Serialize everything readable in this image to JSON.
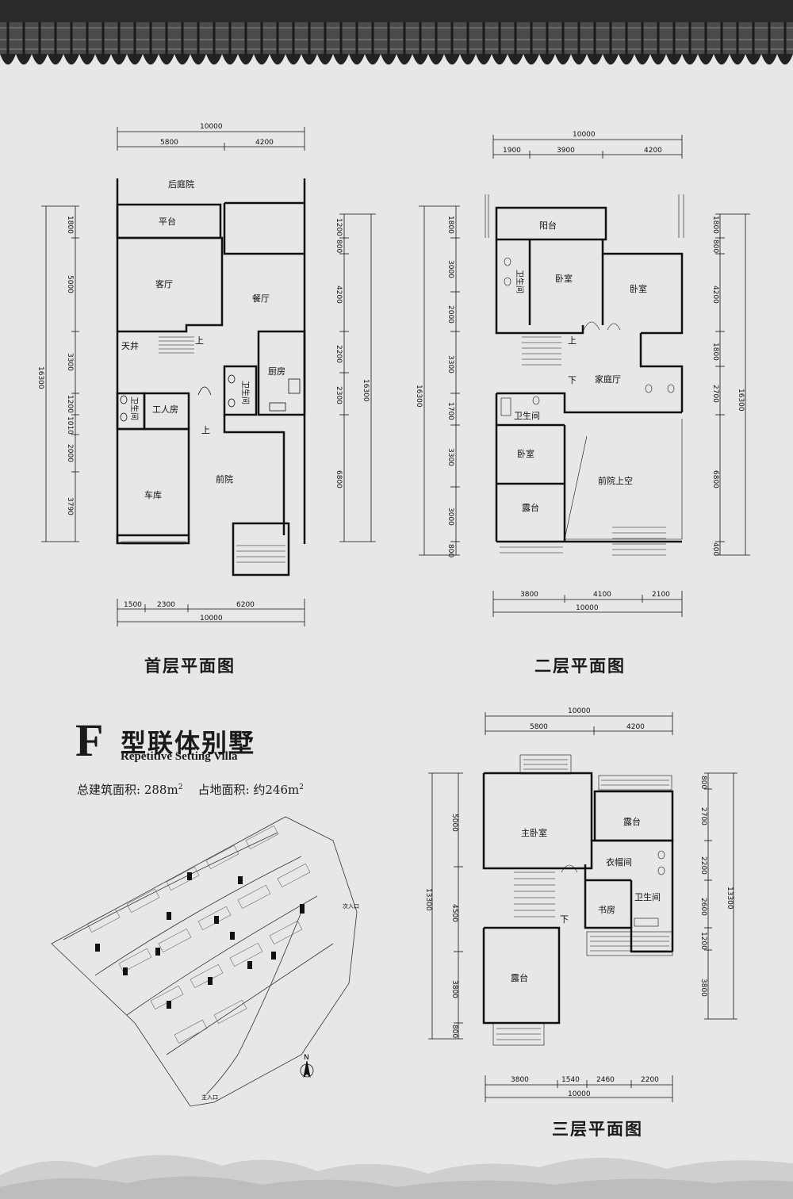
{
  "title": {
    "letter": "F",
    "cn": "型联体别墅",
    "en": "Repetitive Setting Villa"
  },
  "areas": {
    "total_label": "总建筑面积:",
    "total_value": "288m",
    "land_label": "占地面积:",
    "land_value": "约246m",
    "sup": "2"
  },
  "floor1": {
    "caption": "首层平面图",
    "top_total": "10000",
    "top_a": "5800",
    "top_b": "4200",
    "bottom_a": "1500",
    "bottom_b": "2300",
    "bottom_c": "6200",
    "bottom_total": "10000",
    "left": [
      "1800",
      "5000",
      "3300",
      "1200",
      "1010",
      "2000",
      "3790"
    ],
    "left_total": "16300",
    "right": [
      "1200",
      "800",
      "4200",
      "2200",
      "2300",
      "6800"
    ],
    "right_total": "16300",
    "rooms": {
      "back_yard": "后庭院",
      "terrace": "平台",
      "living": "客厅",
      "dining": "餐厅",
      "patio": "天井",
      "up1": "上",
      "kitchen": "厨房",
      "wc": "卫生间",
      "wc2": "卫生间",
      "maid": "工人房",
      "up2": "上",
      "garage": "车库",
      "front_yard": "前院"
    }
  },
  "floor2": {
    "caption": "二层平面图",
    "top_total": "10000",
    "top_a": "1900",
    "top_b": "3900",
    "top_c": "4200",
    "bottom_a": "3800",
    "bottom_b": "4100",
    "bottom_c": "2100",
    "bottom_total": "10000",
    "left": [
      "1800",
      "3000",
      "2000",
      "3300",
      "1700",
      "3300",
      "3000",
      "800"
    ],
    "left_total": "16300",
    "right": [
      "1800",
      "800",
      "4200",
      "1800",
      "2700",
      "6800",
      "400"
    ],
    "right_total": "16300",
    "rooms": {
      "balcony": "阳台",
      "wc1": "卫生间",
      "bed1": "卧室",
      "bed2": "卧室",
      "up": "上",
      "down": "下",
      "family": "家庭厅",
      "wc2": "卫生间",
      "bed3": "卧室",
      "void": "前院上空",
      "terrace": "露台"
    }
  },
  "floor3": {
    "caption": "三层平面图",
    "top_total": "10000",
    "top_a": "5800",
    "top_b": "4200",
    "bottom_a": "3800",
    "bottom_b": "1540",
    "bottom_c": "2460",
    "bottom_d": "2200",
    "bottom_total": "10000",
    "left": [
      "5000",
      "4500",
      "3800",
      "800"
    ],
    "left_total": "13300",
    "right": [
      "800",
      "2700",
      "2200",
      "2600",
      "1200",
      "3800"
    ],
    "right_total": "13300",
    "rooms": {
      "master": "主卧室",
      "terrace1": "露台",
      "closet": "衣帽间",
      "study": "书房",
      "wc": "卫生间",
      "down": "下",
      "terrace2": "露台"
    }
  },
  "siteplan": {
    "north": "N",
    "entrance_main": "主入口",
    "entrance_secondary": "次入口"
  }
}
